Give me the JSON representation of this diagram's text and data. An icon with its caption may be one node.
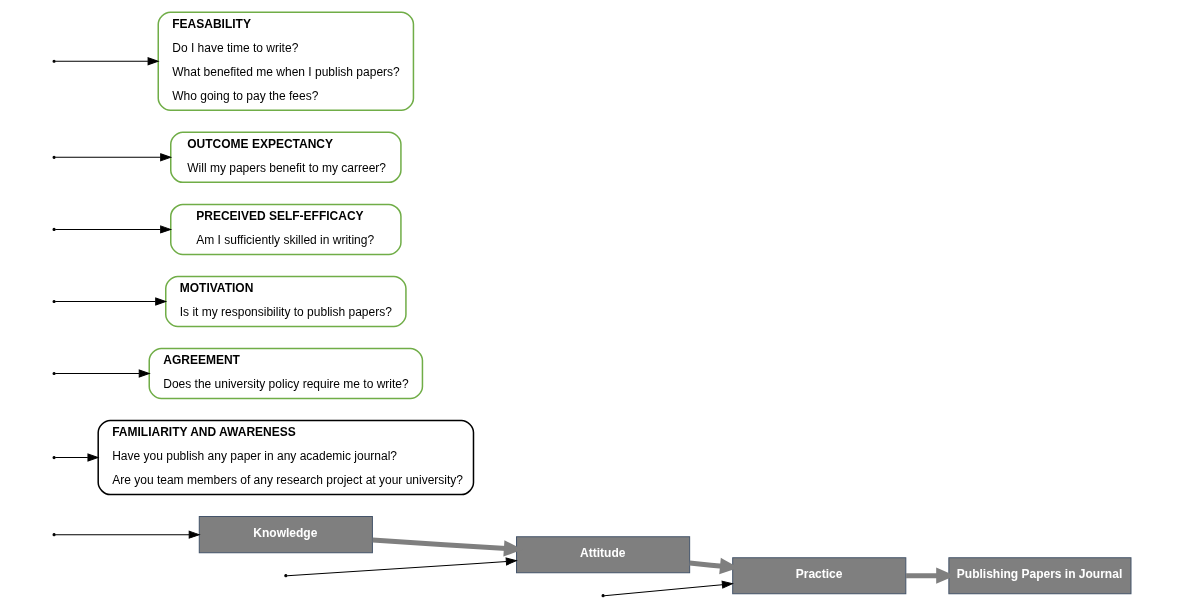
{
  "diagram": {
    "nodes": [
      {
        "text": [
          "Publishing Papers in Journal"
        ]
      },
      {
        "text": [
          "Knowledge"
        ]
      },
      {
        "text": [
          "Attitude"
        ]
      },
      {
        "text": [
          "Practice"
        ]
      },
      {
        "text": [
          "FAMILIARITY AND AWARENESS",
          "Have you publish any paper in any academic journal?",
          "Are you team members of any research project at your university?"
        ]
      },
      {
        "text": [
          "AGREEMENT",
          "Does the university policy require me to write?"
        ]
      },
      {
        "text": [
          "MOTIVATION",
          "Is it my responsibility to publish papers?"
        ]
      },
      {
        "text": [
          "PRECEIVED SELF-EFFICACY",
          "Am I sufficiently skilled in writing?"
        ]
      },
      {
        "text": [
          "OUTCOME EXPECTANCY",
          "Will my papers benefit to my carreer?"
        ]
      },
      {
        "text": [
          "FEASABILITY",
          "Do I have time to write?",
          "What benefited me when I publish papers?",
          "Who going to pay the fees?"
        ]
      }
    ],
    "edges": [
      {
        "from": null,
        "to": 1,
        "arrow": "to"
      },
      {
        "from": null,
        "to": 4,
        "arrow": "to"
      },
      {
        "from": 1,
        "to": 2,
        "arrow": "to",
        "style": "thick",
        "color": "#7f7f7f"
      },
      {
        "from": null,
        "to": 2,
        "arrow": "to"
      },
      {
        "from": null,
        "to": 5,
        "arrow": "to"
      },
      {
        "from": null,
        "to": 6,
        "arrow": "to"
      },
      {
        "from": null,
        "to": 7,
        "arrow": "to"
      },
      {
        "from": null,
        "to": 8,
        "arrow": "to"
      },
      {
        "from": 2,
        "to": 3,
        "arrow": "to",
        "style": "thick",
        "color": "#7f7f7f"
      },
      {
        "from": null,
        "to": 3,
        "arrow": "to"
      },
      {
        "from": null,
        "to": 9,
        "arrow": "to"
      },
      {
        "from": 3,
        "to": 0,
        "arrow": "to",
        "style": "thick",
        "color": "#7f7f7f"
      }
    ]
  }
}
